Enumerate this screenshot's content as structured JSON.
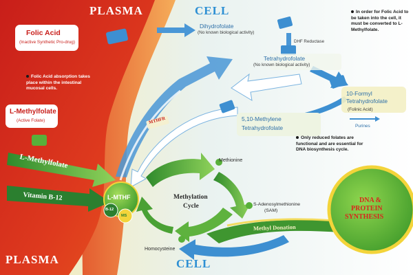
{
  "labels": {
    "plasma_top": "PLASMA",
    "plasma_bottom": "PLASMA",
    "cell_top": "CELL",
    "cell_bottom": "CELL",
    "folic_acid": "Folic Acid",
    "folic_acid_sub": "(Inactive Synthetic Pro-drug)",
    "absorption_note": "Folic Acid absorption takes place within the intestinal mucosal cells.",
    "l_methylfolate": "L-Methylfolate",
    "l_methylfolate_sub": "(Active Folate)",
    "dihydrofolate": "Dihydrofolate",
    "dihydrofolate_sub": "(No known biological activity)",
    "dhf_reductase": "DHF Reductase",
    "tetrahydrofolate": "Tetrahydrofolate",
    "tetrahydrofolate_sub": "(No known biological activity)",
    "conversion_note": "In order for Folic Acid to be taken into the cell, it must be converted to L-Methylfolate.",
    "formyl_1": "10-Formyl",
    "formyl_2": "Tetrahydrofolate",
    "formyl_sub": "(Folinic Acid)",
    "purines": "Purines",
    "methylene_1": "5,10-Methylene",
    "methylene_2": "Tetrahydrofolate",
    "mthfr": "MTHFR",
    "reduced_note": "Only reduced folates are functional and are essential for DNA biosynthesis cycle.",
    "l_methylfolate_arrow": "L-Methylfolate",
    "vitamin_b12": "Vitamin B-12",
    "l_mthf": "L-MTHF",
    "b12": "B-12",
    "ms": "MS",
    "methionine": "Methionine",
    "methylation_1": "Methylation",
    "methylation_2": "Cycle",
    "sam_1": "S-Adenosylmethionine",
    "sam_2": "(SAM)",
    "homocysteine": "Homocysteine",
    "methyl_donation": "Methyl Donation",
    "dna_1": "DNA &",
    "dna_2": "PROTEIN",
    "dna_3": "SYNTHESIS"
  },
  "colors": {
    "plasma_red": "#d9261c",
    "plasma_orange": "#ef6a22",
    "cell_bg": "#f3f1c8",
    "arrow_blue": "#3d8fd1",
    "green": "#58b03a",
    "dark_green": "#2c7a2a",
    "yellow": "#f3d43a"
  }
}
